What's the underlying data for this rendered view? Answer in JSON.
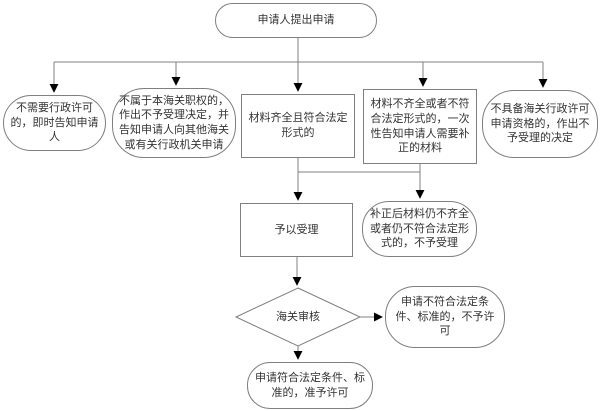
{
  "diagram": {
    "description": "海关行政许可申请受理流程图",
    "colors": {
      "node_border": "#7f7f7f",
      "node_fill": "#ffffff",
      "text": "#333333",
      "line": "#808080",
      "arrowhead": "#000000",
      "background": "#ffffff"
    },
    "nodes": {
      "start": {
        "shape": "stadium",
        "label": "申请人提出申请"
      },
      "no_license": {
        "shape": "stadium",
        "label": "不需要行政许可的，即时告知申请人"
      },
      "not_jurisdiction": {
        "shape": "stadium",
        "label": "不属于本海关职权的，作出不予受理决定，并告知申请人向其他海关或有关行政机关申请"
      },
      "complete": {
        "shape": "rectangle",
        "label": "材料齐全且符合法定形式的"
      },
      "incomplete": {
        "shape": "rectangle",
        "label": "材料不齐全或者不符合法定形式的，一次性告知申请人需要补正的材料"
      },
      "not_qualified": {
        "shape": "stadium",
        "label": "不具备海关行政许可申请资格的，作出不予受理的决定"
      },
      "accept": {
        "shape": "rectangle",
        "label": "予以受理"
      },
      "still_incomplete": {
        "shape": "stadium",
        "label": "补正后材料仍不齐全或者仍不符合法定形式的，不予受理"
      },
      "review": {
        "shape": "diamond",
        "label": "海关审核"
      },
      "not_permitted": {
        "shape": "stadium",
        "label": "申请不符合法定条件、标准的，不予许可"
      },
      "permitted": {
        "shape": "stadium",
        "label": "申请符合法定条件、标准的，准予许可"
      }
    },
    "edges": [
      {
        "from": "start",
        "to": "no_license"
      },
      {
        "from": "start",
        "to": "not_jurisdiction"
      },
      {
        "from": "start",
        "to": "complete"
      },
      {
        "from": "start",
        "to": "incomplete"
      },
      {
        "from": "start",
        "to": "not_qualified"
      },
      {
        "from": "complete",
        "to": "accept"
      },
      {
        "from": "incomplete",
        "to": "still_incomplete"
      },
      {
        "from": "accept",
        "to": "review"
      },
      {
        "from": "review",
        "to": "not_permitted"
      },
      {
        "from": "review",
        "to": "permitted"
      }
    ]
  }
}
